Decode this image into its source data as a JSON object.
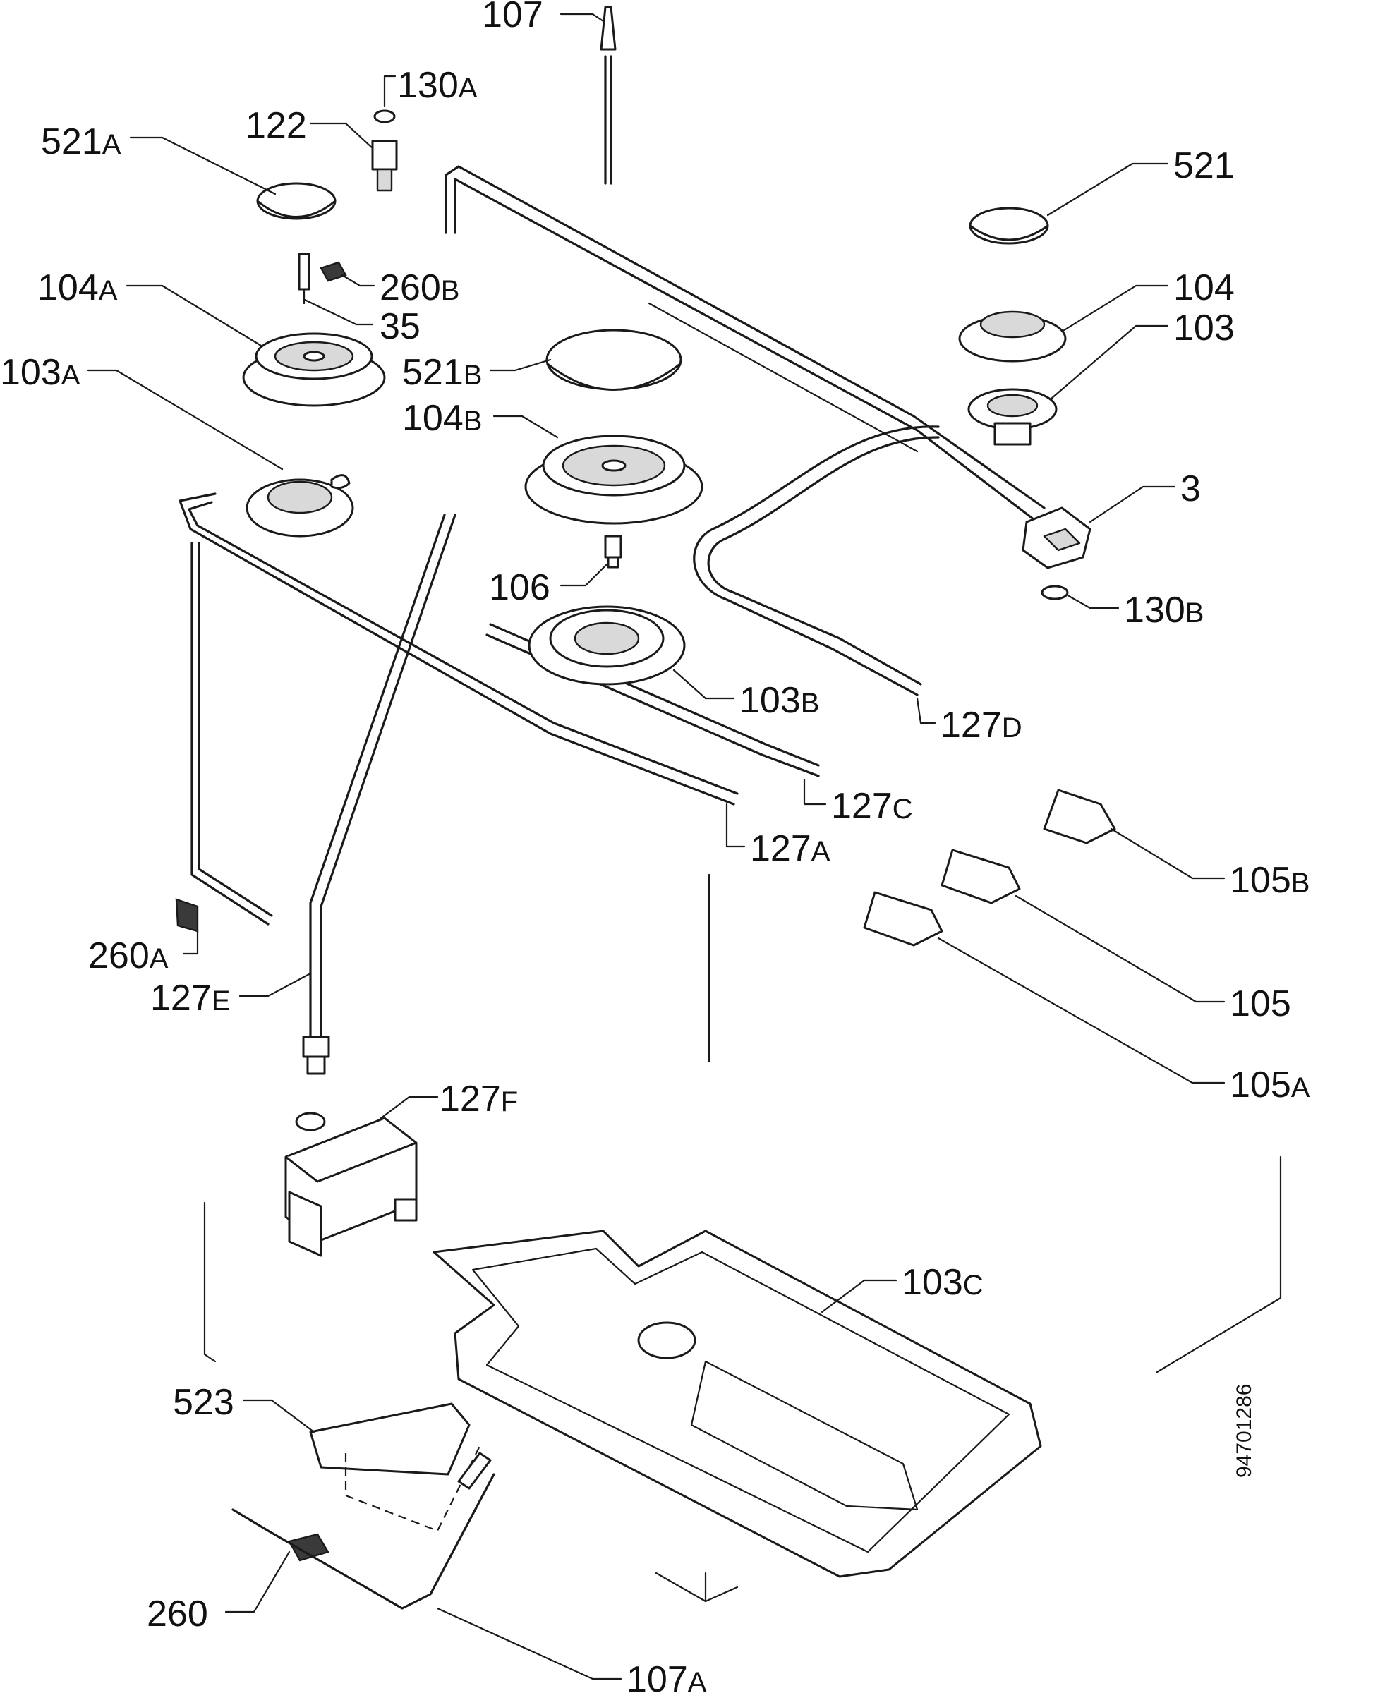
{
  "labels": {
    "l107": {
      "num": "107",
      "suf": ""
    },
    "l130a": {
      "num": "130",
      "suf": "A"
    },
    "l122": {
      "num": "122",
      "suf": ""
    },
    "l521a": {
      "num": "521",
      "suf": "A"
    },
    "l521": {
      "num": "521",
      "suf": ""
    },
    "l104a": {
      "num": "104",
      "suf": "A"
    },
    "l260b": {
      "num": "260",
      "suf": "B"
    },
    "l35": {
      "num": "35",
      "suf": ""
    },
    "l104": {
      "num": "104",
      "suf": ""
    },
    "l103": {
      "num": "103",
      "suf": ""
    },
    "l521b": {
      "num": "521",
      "suf": "B"
    },
    "l103a": {
      "num": "103",
      "suf": "A"
    },
    "l104b": {
      "num": "104",
      "suf": "B"
    },
    "l3": {
      "num": "3",
      "suf": ""
    },
    "l130b": {
      "num": "130",
      "suf": "B"
    },
    "l106": {
      "num": "106",
      "suf": ""
    },
    "l103b": {
      "num": "103",
      "suf": "B"
    },
    "l127d": {
      "num": "127",
      "suf": "D"
    },
    "l127c": {
      "num": "127",
      "suf": "C"
    },
    "l127a": {
      "num": "127",
      "suf": "A"
    },
    "l105b": {
      "num": "105",
      "suf": "B"
    },
    "l105": {
      "num": "105",
      "suf": ""
    },
    "l260a": {
      "num": "260",
      "suf": "A"
    },
    "l127e": {
      "num": "127",
      "suf": "E"
    },
    "l105a": {
      "num": "105",
      "suf": "A"
    },
    "l127f": {
      "num": "127",
      "suf": "F"
    },
    "l103c": {
      "num": "103",
      "suf": "C"
    },
    "l523": {
      "num": "523",
      "suf": ""
    },
    "l260": {
      "num": "260",
      "suf": ""
    },
    "l107a": {
      "num": "107",
      "suf": "A"
    }
  },
  "drawing_number": "94701286"
}
